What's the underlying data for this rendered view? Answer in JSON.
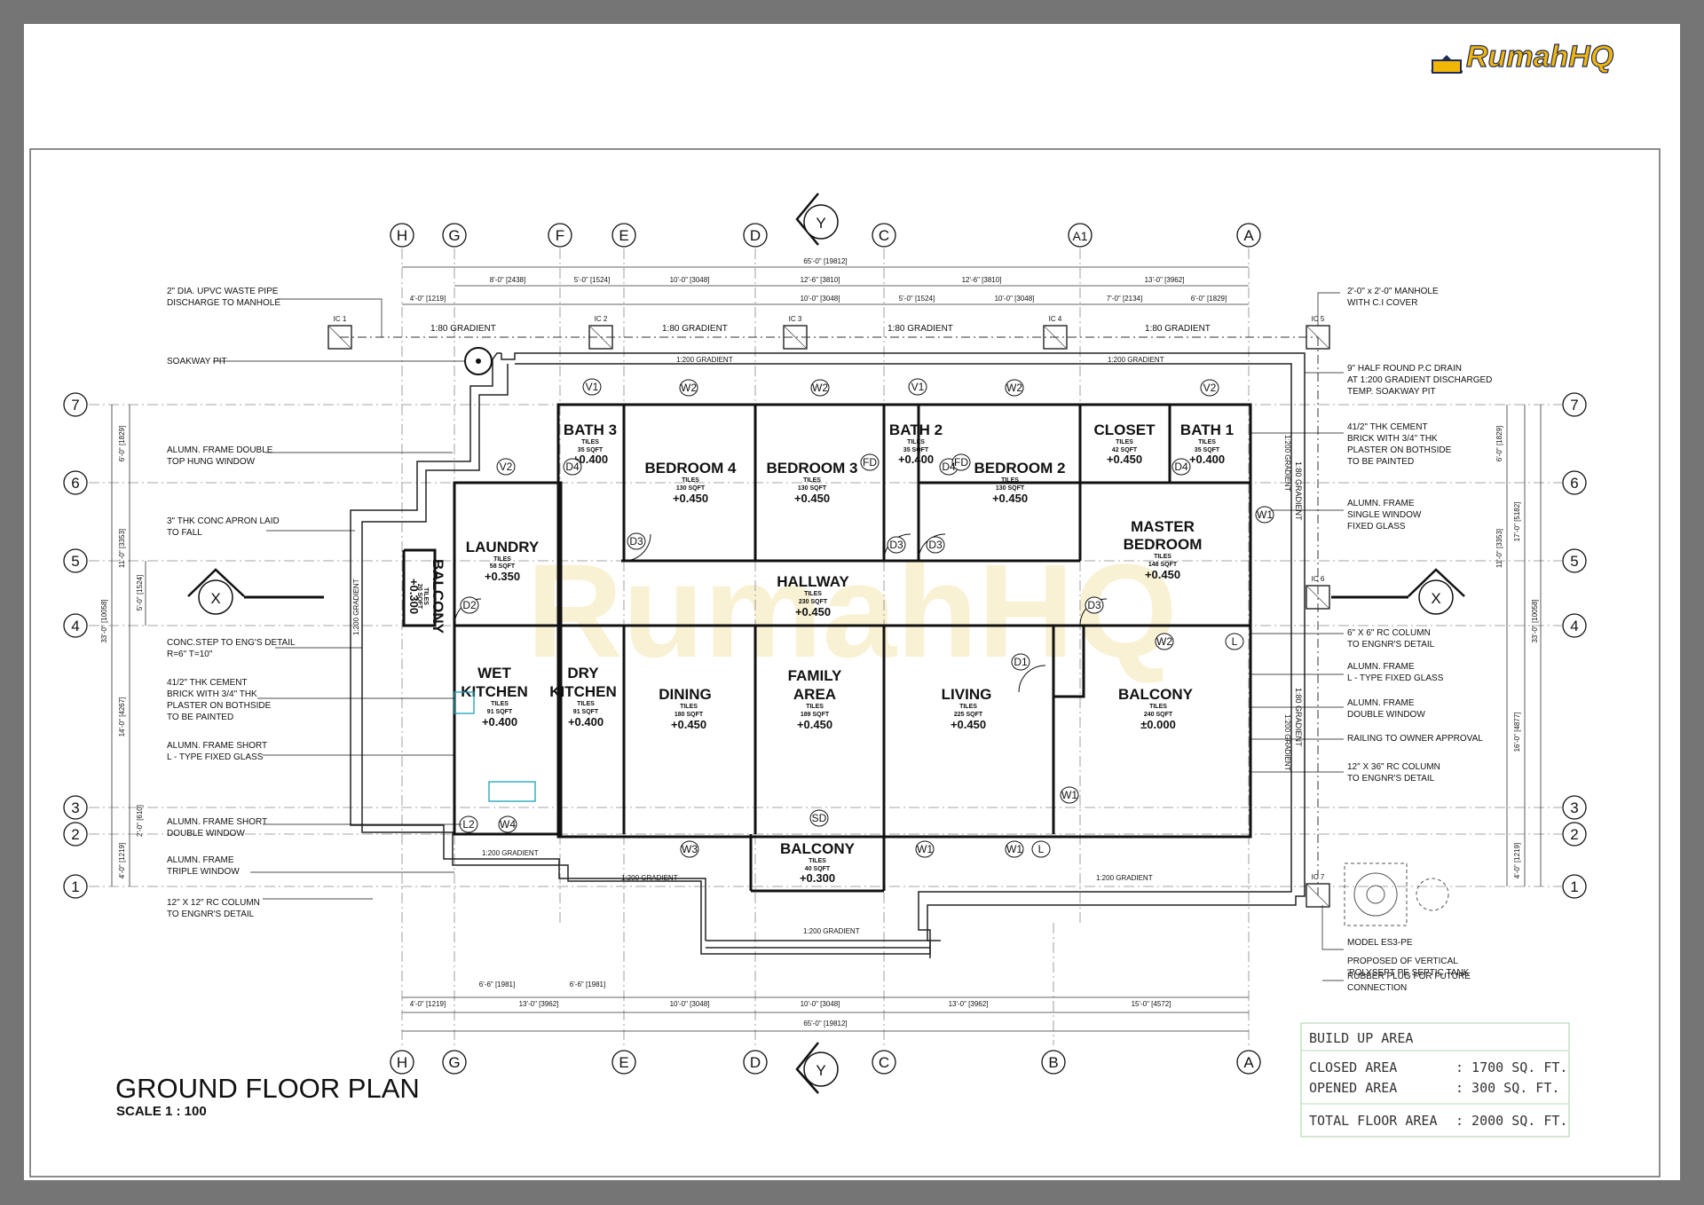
{
  "logo": {
    "text": "RumahHQ",
    "colors": {
      "house": "#1f2a5c",
      "text": "#f2b705"
    }
  },
  "watermark": {
    "text": "RumahHQ"
  },
  "title": {
    "main": "GROUND FLOOR PLAN",
    "scale": "SCALE 1 : 100"
  },
  "grid": {
    "top_bubbles": [
      "H",
      "G",
      "F",
      "E",
      "D",
      "C",
      "A1",
      "A"
    ],
    "bottom_bubbles": [
      "H",
      "G",
      "E",
      "D",
      "C",
      "B",
      "A"
    ],
    "row_bubbles": [
      "7",
      "6",
      "5",
      "4",
      "3",
      "2",
      "1"
    ],
    "section_marks": {
      "vertical": "Y",
      "horizontal": "X"
    }
  },
  "dimensions": {
    "top_overall": "65'-0\" [19812]",
    "bottom_overall": "65'-0\" [19812]",
    "top_row1": [
      "8'-0\" [2438]",
      "5'-0\" [1524]",
      "10'-0\" [3048]",
      "12'-6\" [3810]",
      "12'-6\" [3810]",
      "13'-0\" [3962]"
    ],
    "top_row2": [
      "4'-0\" [1219]",
      "10'-0\" [3048]",
      "5'-0\" [1524]",
      "10'-0\" [3048]",
      "7'-0\" [2134]",
      "6'-0\" [1829]"
    ],
    "bottom_row1": [
      "6'-6\" [1981]",
      "6'-6\" [1981]"
    ],
    "bottom_row2": [
      "4'-0\" [1219]",
      "13'-0\" [3962]",
      "10'-0\" [3048]",
      "10'-0\" [3048]",
      "13'-0\" [3962]",
      "15'-0\" [4572]"
    ],
    "left_outer": [
      "6'-0\" [1829]",
      "11'-0\" [3353]",
      "5'-0\" [1524]",
      "33'-0\" [10058]",
      "14'-0\" [4267]",
      "2'-0\" [610]",
      "4'-0\" [1219]"
    ],
    "right_outer": [
      "6'-0\" [1829]",
      "17'-0\" [5182]",
      "11'-0\" [3353]",
      "33'-0\" [10058]",
      "16'-0\" [4877]",
      "4'-0\" [1219]"
    ]
  },
  "drainage": {
    "ic_labels": [
      "IC 1",
      "IC 2",
      "IC 3",
      "IC 4",
      "IC 5",
      "IC 6",
      "IC 7"
    ],
    "top_gradients": [
      "1:80 GRADIENT",
      "1:80 GRADIENT",
      "1:80 GRADIENT",
      "1:80 GRADIENT"
    ],
    "inner_gradients": [
      "1:200 GRADIENT",
      "1:200 GRADIENT",
      "1:200 GRADIENT",
      "1:200 GRADIENT",
      "1:200 GRADIENT",
      "1:200 GRADIENT"
    ],
    "side_gradients": [
      "1:200 GRADIENT",
      "1:80 GRADIENT",
      "1:200 GRADIENT",
      "1:80 GRADIENT",
      "1:200 GRADIENT"
    ]
  },
  "rooms": {
    "bath3": {
      "name": "BATH 3",
      "finish": "TILES",
      "area": "35 SQFT",
      "level": "+0.400"
    },
    "bedroom4": {
      "name": "BEDROOM 4",
      "finish": "TILES",
      "area": "130 SQFT",
      "level": "+0.450"
    },
    "bedroom3": {
      "name": "BEDROOM 3",
      "finish": "TILES",
      "area": "130 SQFT",
      "level": "+0.450"
    },
    "bath2": {
      "name": "BATH 2",
      "finish": "TILES",
      "area": "35 SQFT",
      "level": "+0.400"
    },
    "bedroom2": {
      "name": "BEDROOM 2",
      "finish": "TILES",
      "area": "130 SQFT",
      "level": "+0.450"
    },
    "closet": {
      "name": "CLOSET",
      "finish": "TILES",
      "area": "42 SQFT",
      "level": "+0.450"
    },
    "bath1": {
      "name": "BATH 1",
      "finish": "TILES",
      "area": "35 SQFT",
      "level": "+0.400"
    },
    "laundry": {
      "name": "LAUNDRY",
      "finish": "TILES",
      "area": "58 SQFT",
      "level": "+0.350"
    },
    "balcony_side": {
      "name": "BALCONY",
      "finish": "TILES",
      "area": "20 SQFT",
      "level": "+0.300"
    },
    "hallway": {
      "name": "HALLWAY",
      "finish": "TILES",
      "area": "230 SQFT",
      "level": "+0.450"
    },
    "master": {
      "name1": "MASTER",
      "name2": "BEDROOM",
      "finish": "TILES",
      "area": "148 SQFT",
      "level": "+0.450"
    },
    "wet_kitchen": {
      "name1": "WET",
      "name2": "KITCHEN",
      "finish": "TILES",
      "area": "91 SQFT",
      "level": "+0.400"
    },
    "dry_kitchen": {
      "name1": "DRY",
      "name2": "KITCHEN",
      "finish": "TILES",
      "area": "91 SQFT",
      "level": "+0.400"
    },
    "dining": {
      "name": "DINING",
      "finish": "TILES",
      "area": "180 SQFT",
      "level": "+0.450"
    },
    "family": {
      "name1": "FAMILY",
      "name2": "AREA",
      "finish": "TILES",
      "area": "189 SQFT",
      "level": "+0.450"
    },
    "living": {
      "name": "LIVING",
      "finish": "TILES",
      "area": "225 SQFT",
      "level": "+0.450"
    },
    "balcony_main": {
      "name": "BALCONY",
      "finish": "TILES",
      "area": "240 SQFT",
      "level": "±0.000"
    },
    "balcony_front": {
      "name": "BALCONY",
      "finish": "TILES",
      "area": "40 SQFT",
      "level": "+0.300"
    }
  },
  "tags": {
    "windows_top": [
      "V1",
      "W2",
      "W2",
      "V1",
      "W2",
      "V2"
    ],
    "misc": [
      "D4",
      "D4",
      "D4",
      "FD",
      "FD",
      "V2",
      "W1",
      "D3",
      "D3",
      "D3",
      "D3",
      "D2",
      "D1",
      "W2",
      "L",
      "W1",
      "SD",
      "W3",
      "W1",
      "W1",
      "L",
      "L2",
      "W4"
    ]
  },
  "notes_left": [
    {
      "l1": "2\" DIA. UPVC WASTE PIPE",
      "l2": "DISCHARGE TO MANHOLE"
    },
    {
      "l1": "SOAKWAY PIT",
      "l2": ""
    },
    {
      "l1": "ALUMN. FRAME DOUBLE",
      "l2": "TOP HUNG WINDOW"
    },
    {
      "l1": "3\" THK CONC APRON LAID",
      "l2": "TO FALL"
    },
    {
      "l1": "CONC.STEP TO ENG'S DETAIL",
      "l2": "R=6\" T=10\""
    },
    {
      "l1": "41/2\" THK CEMENT",
      "l2": "BRICK WITH 3/4\" THK",
      "l3": "PLASTER ON BOTHSIDE",
      "l4": "TO BE PAINTED"
    },
    {
      "l1": "ALUMN. FRAME SHORT",
      "l2": "L - TYPE FIXED GLASS"
    },
    {
      "l1": "ALUMN. FRAME SHORT",
      "l2": "DOUBLE WINDOW"
    },
    {
      "l1": "ALUMN. FRAME",
      "l2": "TRIPLE WINDOW"
    },
    {
      "l1": "12\" X 12\" RC COLUMN",
      "l2": "TO ENGNR'S DETAIL"
    }
  ],
  "notes_right": [
    {
      "l1": "2'-0\" x 2'-0\" MANHOLE",
      "l2": "WITH C.I COVER"
    },
    {
      "l1": "9\" HALF ROUND P.C DRAIN",
      "l2": "AT 1:200 GRADIENT DISCHARGED",
      "l3": "TEMP. SOAKWAY PIT"
    },
    {
      "l1": "41/2\" THK CEMENT",
      "l2": "BRICK WITH 3/4\" THK",
      "l3": "PLASTER ON BOTHSIDE",
      "l4": "TO BE PAINTED"
    },
    {
      "l1": "ALUMN. FRAME",
      "l2": "SINGLE WINDOW",
      "l3": "FIXED GLASS"
    },
    {
      "l1": "6\" X 6\" RC COLUMN",
      "l2": "TO ENGNR'S DETAIL"
    },
    {
      "l1": "ALUMN. FRAME",
      "l2": "L - TYPE FIXED GLASS"
    },
    {
      "l1": "ALUMN. FRAME",
      "l2": "DOUBLE WINDOW"
    },
    {
      "l1": "RAILING TO OWNER APPROVAL",
      "l2": ""
    },
    {
      "l1": "12\" X 36\" RC COLUMN",
      "l2": "TO ENGNR'S DETAIL"
    },
    {
      "l1": "MODEL ES3-PE",
      "l2": ""
    },
    {
      "l1": "PROPOSED OF VERTICAL",
      "l2": "'POLYSEPT PE SEPTIC TANK",
      "l3": "RUBBER PLUG FOR FUTURE",
      "l4": "CONNECTION"
    }
  ],
  "area_table": {
    "heading": "BUILD UP AREA",
    "closed_label": "CLOSED AREA",
    "closed_value": ":  1700 SQ. FT.",
    "opened_label": "OPENED AREA",
    "opened_value": ":   300 SQ. FT.",
    "total_label": "TOTAL FLOOR AREA",
    "total_value": ":  2000 SQ. FT."
  }
}
